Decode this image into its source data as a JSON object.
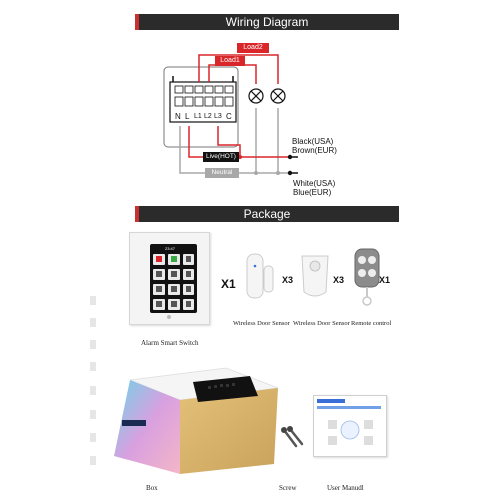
{
  "headers": {
    "wiring": "Wiring Diagram",
    "package": "Package"
  },
  "wiring": {
    "terminals": [
      "N",
      "L",
      "L1",
      "L2",
      "L3",
      "C"
    ],
    "load2": "Load2",
    "load1": "Load1",
    "live_tag": "Live(HOT)",
    "neutral_tag": "Neutral",
    "live_desc_line1": "Black(USA)",
    "live_desc_line2": "Brown(EUR)",
    "neutral_desc_line1": "White(USA)",
    "neutral_desc_line2": "Blue(EUR)",
    "colors": {
      "live": "#d9262b",
      "neutral": "#a8a8a8",
      "black": "#111111"
    }
  },
  "package_items": [
    {
      "caption": "Alarm Smart Switch",
      "qty": "X1"
    },
    {
      "caption": "Wireless Door Sensor",
      "qty": "X3"
    },
    {
      "caption": "Wireless Door Sensor",
      "qty": "X3"
    },
    {
      "caption": "Remote control",
      "qty": "X1"
    }
  ],
  "bottom_items": {
    "box": "Box",
    "screw": "Screw",
    "manual": "User Manudl"
  },
  "switch_screen": {
    "time": "23:47"
  }
}
